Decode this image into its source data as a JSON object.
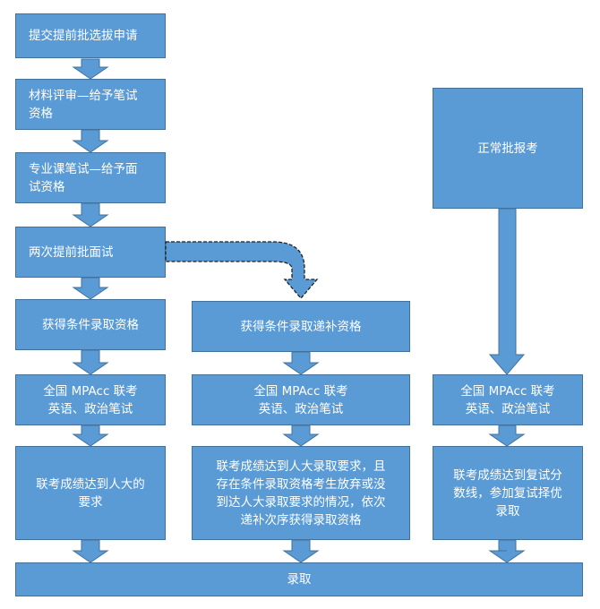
{
  "flow": {
    "col1": {
      "submit": "提交提前批选拔申请",
      "material_review": "材料评审—给予笔试\n资格",
      "written_test": "专业课笔试—给予面\n试资格",
      "interviews": "两次提前批面试",
      "conditional": "获得条件录取资格",
      "exam": "全国 MPAcc 联考\n英语、政治笔试",
      "meet_requirement": "联考成绩达到人大的\n要求"
    },
    "col2": {
      "conditional_backup": "获得条件录取递补资格",
      "exam": "全国 MPAcc 联考\n英语、政治笔试",
      "backup_requirement": "联考成绩达到人大录取要求，且\n存在条件录取资格考生放弃或没\n到达人大录取要求的情况，依次\n递补次序获得录取资格"
    },
    "col3": {
      "regular": "正常批报考",
      "exam": "全国 MPAcc 联考\n英语、政治笔试",
      "retest": "联考成绩达到复试分\n数线，参加复试择优\n录取"
    },
    "admission": "录取"
  },
  "colors": {
    "fill": "#5b9bd5",
    "border": "#41719c",
    "text": "#ffffff",
    "background": "#ffffff"
  }
}
